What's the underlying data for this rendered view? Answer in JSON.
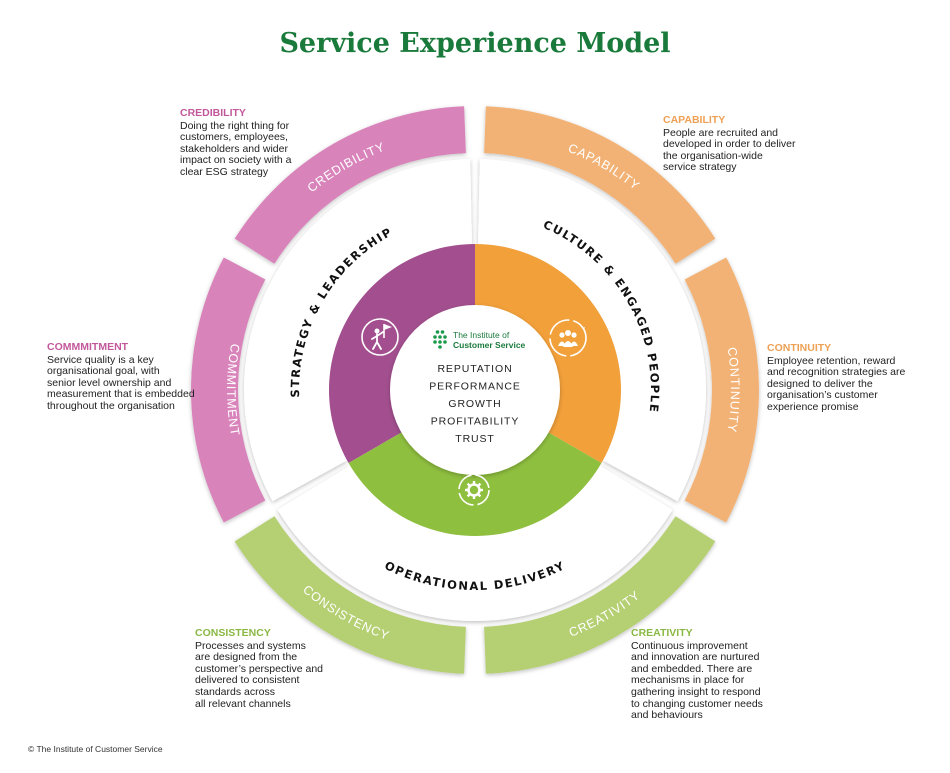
{
  "title": "Service Experience Model",
  "colors": {
    "title_green": "#1a7a3c",
    "pink": "#d983bb",
    "orange": "#f3b274",
    "lightgreen": "#b5cf73",
    "purple": "#a34f8f",
    "orange_inner": "#f2a03a",
    "green_inner": "#8fbf3f"
  },
  "outer_ring": {
    "credibility": "CREDIBILITY",
    "commitment": "COMMITMENT",
    "capability": "CAPABILITY",
    "continuity": "CONTINUITY",
    "consistency": "CONSISTENCY",
    "creativity": "CREATIVITY"
  },
  "middle_ring": {
    "strategy": "STRATEGY & LEADERSHIP",
    "culture": "CULTURE & ENGAGED PEOPLE",
    "operational": "OPERATIONAL DELIVERY"
  },
  "icons": {
    "strategy": "flag-climber-icon",
    "culture": "people-cycle-icon",
    "operational": "gear-cycle-icon",
    "logo": "institute-logo-icon"
  },
  "core": {
    "logo_line1": "The Institute of",
    "logo_line2": "Customer Service",
    "items": [
      "REPUTATION",
      "PERFORMANCE",
      "GROWTH",
      "PROFITABILITY",
      "TRUST"
    ]
  },
  "callouts": {
    "credibility": {
      "heading": "CREDIBILITY",
      "body": "Doing the right thing for\ncustomers, employees,\nstakeholders and wider\nimpact on society with a\nclear ESG strategy"
    },
    "commitment": {
      "heading": "COMMMITMENT",
      "body": "Service quality is a key\norganisational goal, with\nsenior level ownership and\nmeasurement that is embedded\nthroughout the organisation"
    },
    "capability": {
      "heading": "CAPABILITY",
      "body": "People are recruited and\ndeveloped in order to deliver\nthe organisation-wide\nservice strategy"
    },
    "continuity": {
      "heading": "CONTINUITY",
      "body": "Employee retention, reward\nand recognition strategies are\ndesigned to deliver the\norganisation’s customer\nexperience promise"
    },
    "consistency": {
      "heading": "CONSISTENCY",
      "body": "Processes and systems\nare designed from the\ncustomer’s perspective and\ndelivered to consistent\nstandards across\nall relevant channels"
    },
    "creativity": {
      "heading": "CREATIVITY",
      "body": "Continuous improvement\nand innovation are nurtured\nand embedded. There are\nmechanisms in place for\ngathering insight to respond\nto changing customer needs\nand behaviours"
    }
  },
  "copyright": "© The Institute of Customer Service"
}
